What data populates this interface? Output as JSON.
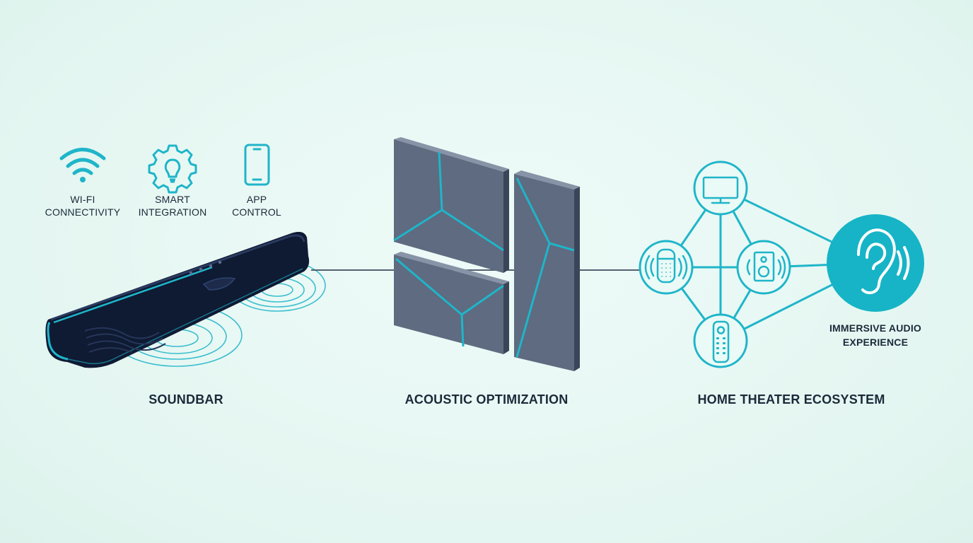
{
  "colors": {
    "background": "#e8f8f4",
    "accent": "#1fb5c9",
    "dark_text": "#1b2a3a",
    "soundbar_body": "#0f1a33",
    "panel_fill": "#5e6b80"
  },
  "features": [
    {
      "icon": "wifi-icon",
      "line1": "WI-FI",
      "line2": "CONNECTIVITY"
    },
    {
      "icon": "gear-bulb-icon",
      "line1": "SMART",
      "line2": "INTEGRATION"
    },
    {
      "icon": "smartphone-icon",
      "line1": "APP",
      "line2": "CONTROL"
    }
  ],
  "sections": {
    "soundbar": "SOUNDBAR",
    "acoustic": "ACOUSTIC OPTIMIZATION",
    "ecosystem": "HOME THEATER ECOSYSTEM"
  },
  "ecosystem_nodes": [
    {
      "icon": "tv-icon"
    },
    {
      "icon": "smart-speaker-icon"
    },
    {
      "icon": "speaker-icon"
    },
    {
      "icon": "remote-icon"
    }
  ],
  "immersive": {
    "icon": "ear-icon",
    "line1": "IMMERSIVE AUDIO",
    "line2": "EXPERIENCE"
  }
}
